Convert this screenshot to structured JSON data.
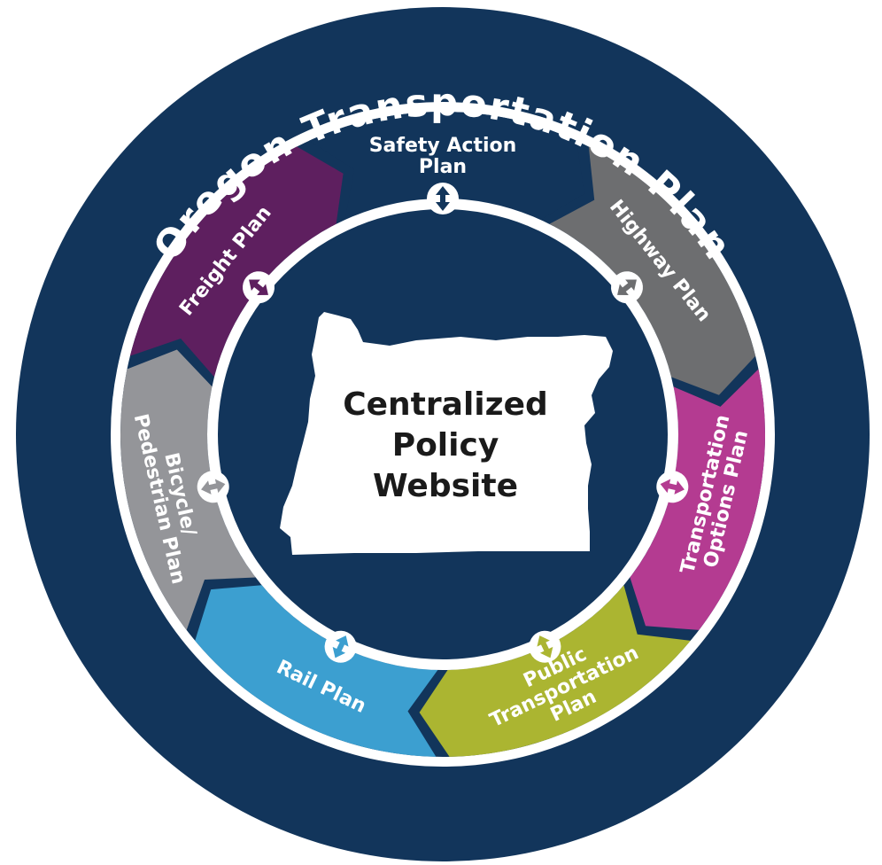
{
  "title": "Oregon Transportation Plan",
  "center": {
    "lines": [
      "Centralized",
      "Policy",
      "Website"
    ]
  },
  "segments": [
    {
      "id": "safety",
      "lines": [
        "Safety Action",
        "Plan"
      ],
      "color": "#12355b"
    },
    {
      "id": "highway",
      "lines": [
        "Highway Plan"
      ],
      "color": "#6d6e70"
    },
    {
      "id": "transportation-options",
      "lines": [
        "Transportation",
        "Options Plan"
      ],
      "color": "#b43b91"
    },
    {
      "id": "public-transportation",
      "lines": [
        "Public",
        "Transportation",
        "Plan"
      ],
      "color": "#abb531"
    },
    {
      "id": "rail",
      "lines": [
        "Rail Plan"
      ],
      "color": "#3c9fd0"
    },
    {
      "id": "bicycle-pedestrian",
      "lines": [
        "Bicycle/",
        "Pedestrian Plan"
      ],
      "color": "#949599"
    },
    {
      "id": "freight",
      "lines": [
        "Freight Plan"
      ],
      "color": "#5e1f5f"
    }
  ],
  "colors": {
    "outer_ring": "#12355b",
    "inner_fill": "#12355b",
    "white": "#ffffff",
    "center_text": "#1a1a1a"
  },
  "icons": {
    "connector": "double-arrow-icon",
    "state_shape": "oregon-map-icon"
  }
}
